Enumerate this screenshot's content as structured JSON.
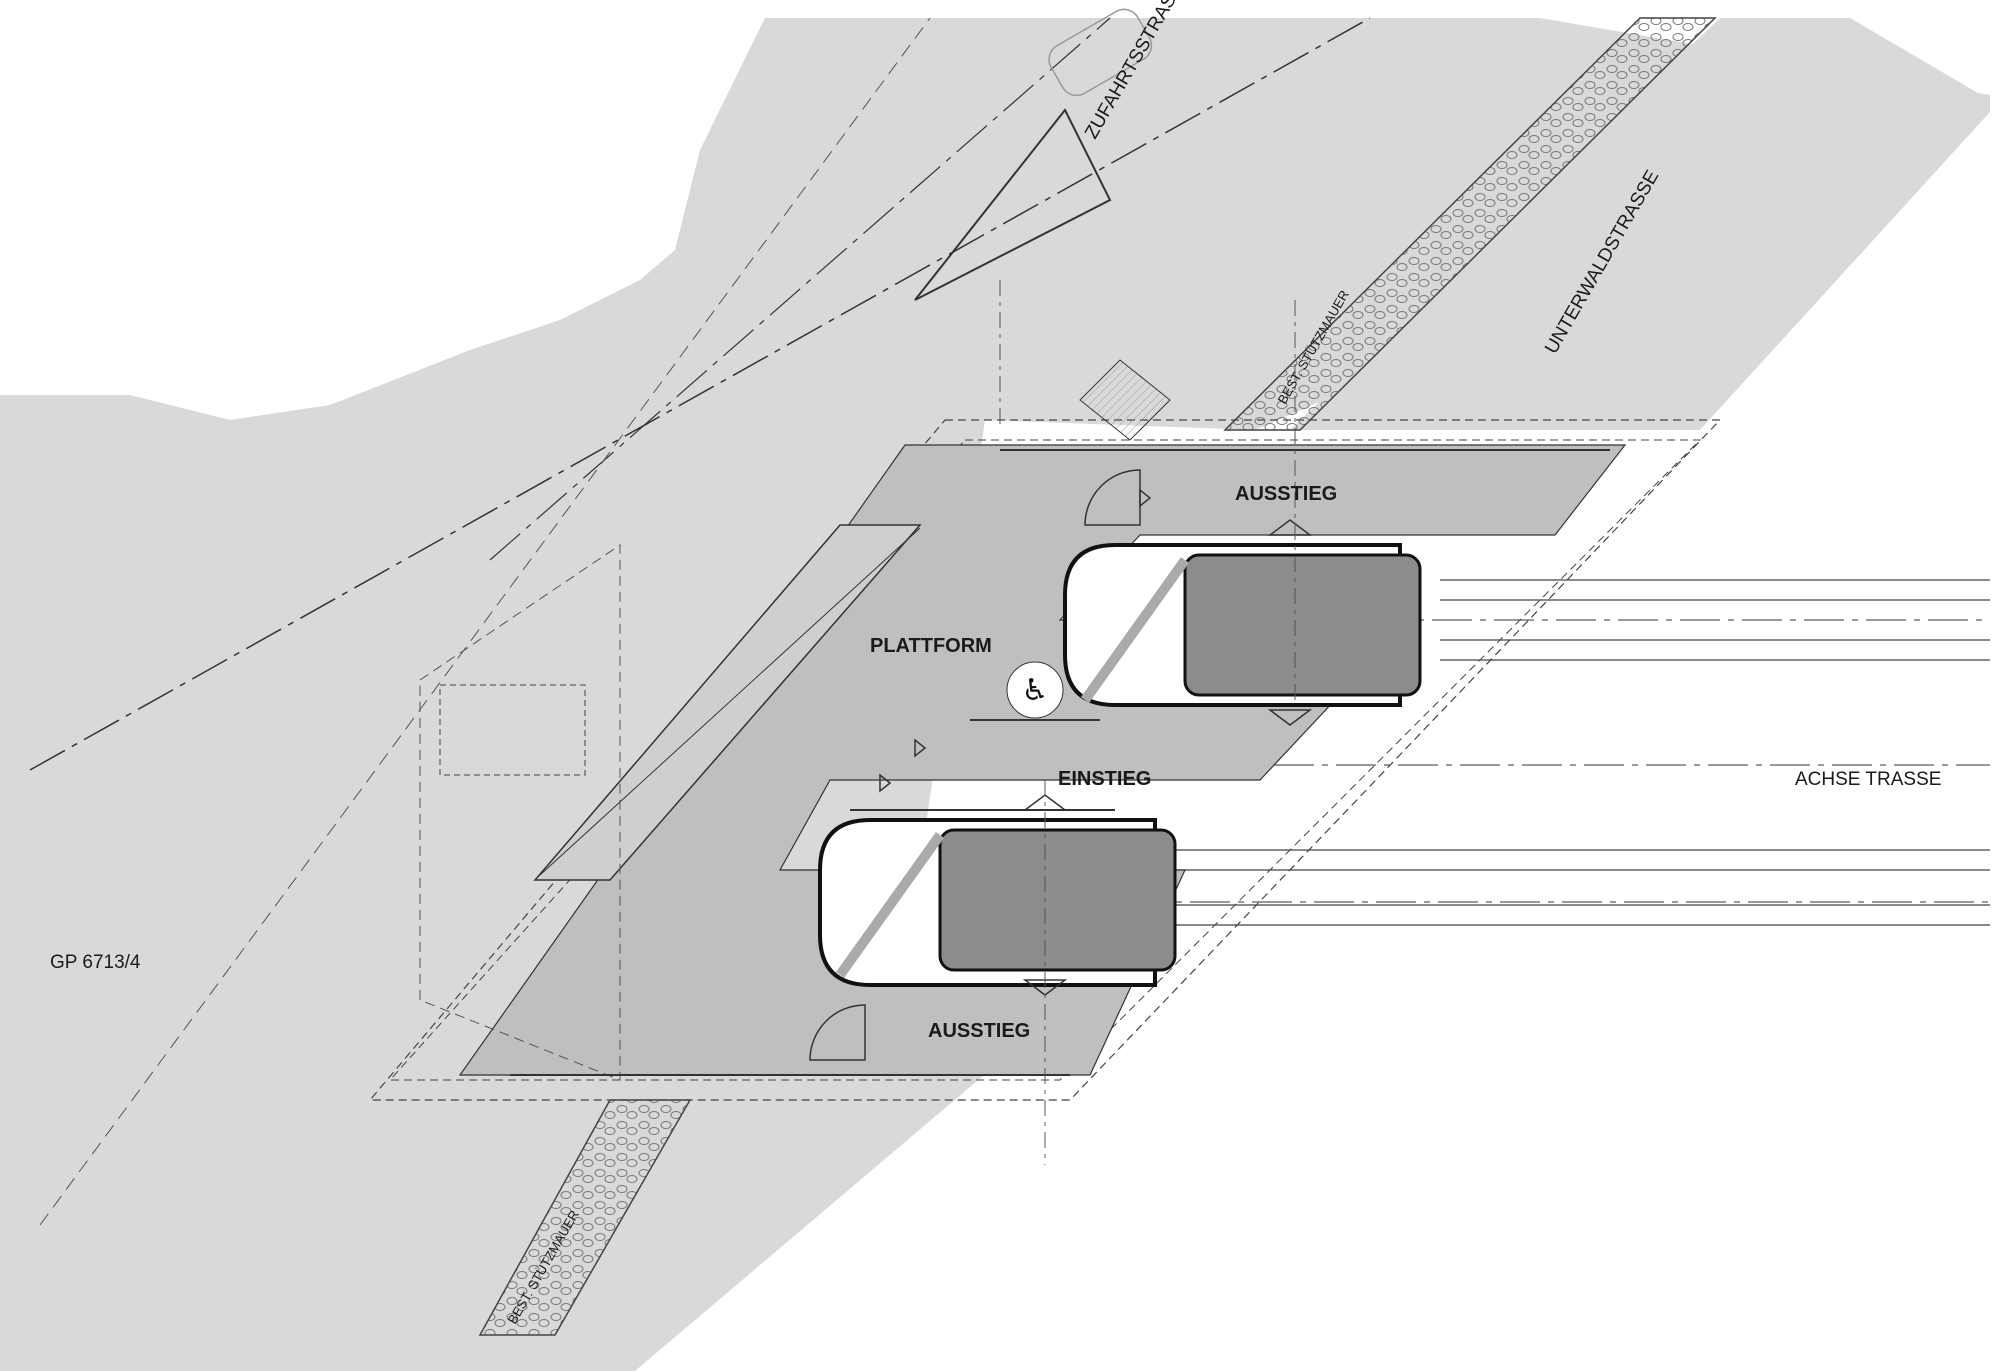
{
  "labels": {
    "zufahrtsstrasse": "ZUFAHRTSSTRASSE",
    "unterwaldstrasse": "UNTERWALDSTRASSE",
    "best_stuetzmauer_top": "BEST. STÜTZMAUER",
    "best_stuetzmauer_bottom": "BEST. STÜTZMAUER",
    "ausstieg_top": "AUSSTIEG",
    "plattform": "PLATTFORM",
    "einstieg": "EINSTIEG",
    "ausstieg_bottom": "AUSSTIEG",
    "achse_trasse": "ACHSE TRASSE",
    "parcel": "GP 6713/4"
  },
  "colors": {
    "road": "#d9d9d9",
    "platform": "#bfbfbf",
    "cabin": "#8c8c8c",
    "line": "#1a1a1a",
    "background": "#ffffff"
  },
  "icons": {
    "accessibility": "wheelchair-icon"
  }
}
